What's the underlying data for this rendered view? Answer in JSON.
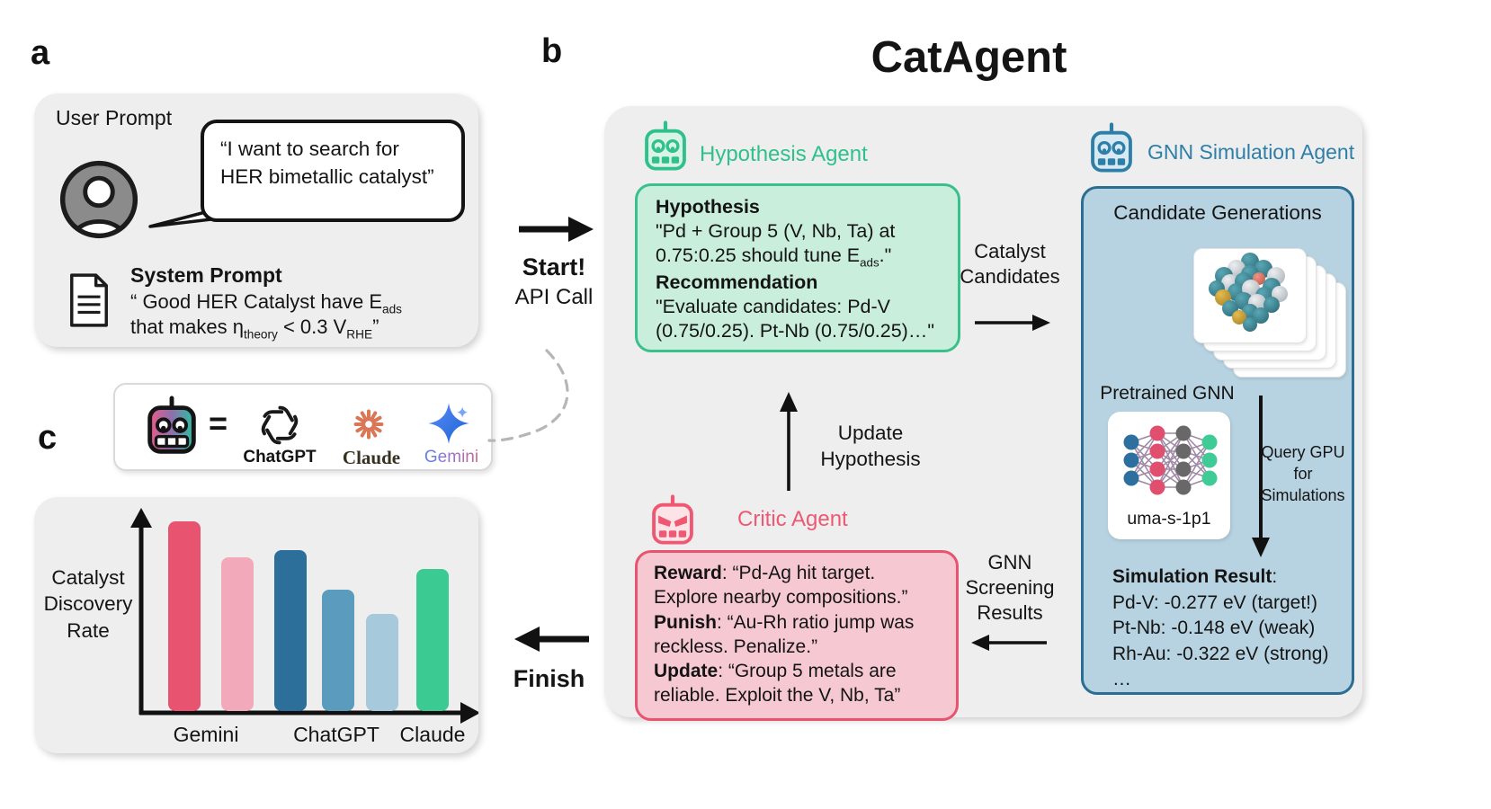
{
  "panel_a": {
    "label": "a",
    "user_prompt_label": "User Prompt",
    "speech_bubble_text": "“I want to search for\nHER bimetallic catalyst”",
    "system_prompt_title": "System Prompt",
    "system_prompt_line1": [
      {
        "t": "“ Good HER Catalyst have E"
      },
      {
        "t": "ads",
        "sub": true
      }
    ],
    "system_prompt_line2": [
      {
        "t": "that makes η"
      },
      {
        "t": "theory",
        "sub": true
      },
      {
        "t": " < 0.3 V"
      },
      {
        "t": "RHE",
        "sub": true
      },
      {
        "t": "”"
      }
    ]
  },
  "legend": {
    "equals": "=",
    "models": [
      {
        "name": "ChatGPT",
        "color": "#191919"
      },
      {
        "name": "Claude",
        "color": "#d97757"
      },
      {
        "name": "Gemini",
        "color": "#4285f4"
      }
    ]
  },
  "panel_b": {
    "label": "b",
    "title": "CatAgent",
    "hypothesis_agent": {
      "title": "Hypothesis Agent",
      "color": "#2fc08c",
      "heading1": "Hypothesis",
      "body1": [
        {
          "t": "\"Pd + Group 5 (V, Nb, Ta) at 0.75:0.25 should tune E"
        },
        {
          "t": "ads",
          "sub": true
        },
        {
          "t": ".\""
        }
      ],
      "heading2": "Recommendation",
      "body2": "\"Evaluate candidates: Pd-V (0.75/0.25). Pt-Nb (0.75/0.25)…\""
    },
    "gnn_agent": {
      "title": "GNN Simulation Agent",
      "color": "#2e7fa8",
      "candidate_generations_label": "Candidate Generations",
      "pretrained_gnn_label": "Pretrained GNN",
      "gnn_model_name": "uma-s-1p1",
      "query_label": "Query GPU for\nSimulations",
      "simulation_result_heading": [
        {
          "t": "Simulation Result",
          "b": true
        },
        {
          "t": ":"
        }
      ],
      "simulation_results": [
        "Pd-V: -0.277 eV (target!)",
        "Pt-Nb: -0.148 eV (weak)",
        "Rh-Au: -0.322 eV (strong)",
        "…"
      ]
    },
    "critic_agent": {
      "title": "Critic Agent",
      "color": "#ee5872",
      "lines": [
        [
          {
            "t": "Reward",
            "b": true
          },
          {
            "t": ": “Pd-Ag hit target. Explore nearby compositions.”"
          }
        ],
        [
          {
            "t": "Punish",
            "b": true
          },
          {
            "t": ": “Au-Rh ratio jump was reckless. Penalize.”"
          }
        ],
        [
          {
            "t": "Update",
            "b": true
          },
          {
            "t": ": “Group 5 metals are reliable. Exploit the V, Nb, Ta”"
          }
        ]
      ]
    },
    "flow_labels": {
      "start": "Start!",
      "api_call": "API Call",
      "catalyst_candidates": "Catalyst\nCandidates",
      "update_hypothesis": "Update\nHypothesis",
      "gnn_screening_results": "GNN\nScreening\nResults",
      "finish": "Finish"
    }
  },
  "panel_c": {
    "label": "c"
  },
  "chart_data": {
    "type": "bar",
    "title": "",
    "xlabel": "",
    "ylabel": "Catalyst\nDiscovery\nRate",
    "categories": [
      "Gemini",
      "ChatGPT",
      "Claude"
    ],
    "series": [
      {
        "name": "Gemini",
        "color": "#e8536f",
        "value": 1.0
      },
      {
        "name": "Gemini",
        "color": "#f2a9ba",
        "value": 0.81
      },
      {
        "name": "ChatGPT",
        "color": "#2c6f9b",
        "value": 0.85
      },
      {
        "name": "ChatGPT",
        "color": "#5b9cbe",
        "value": 0.64
      },
      {
        "name": "ChatGPT",
        "color": "#a6c9db",
        "value": 0.51
      },
      {
        "name": "Claude",
        "color": "#3bcb92",
        "value": 0.75
      }
    ],
    "ylim": [
      0,
      1
    ],
    "grid": false,
    "axis_ticks": false,
    "legend_position": "none"
  }
}
